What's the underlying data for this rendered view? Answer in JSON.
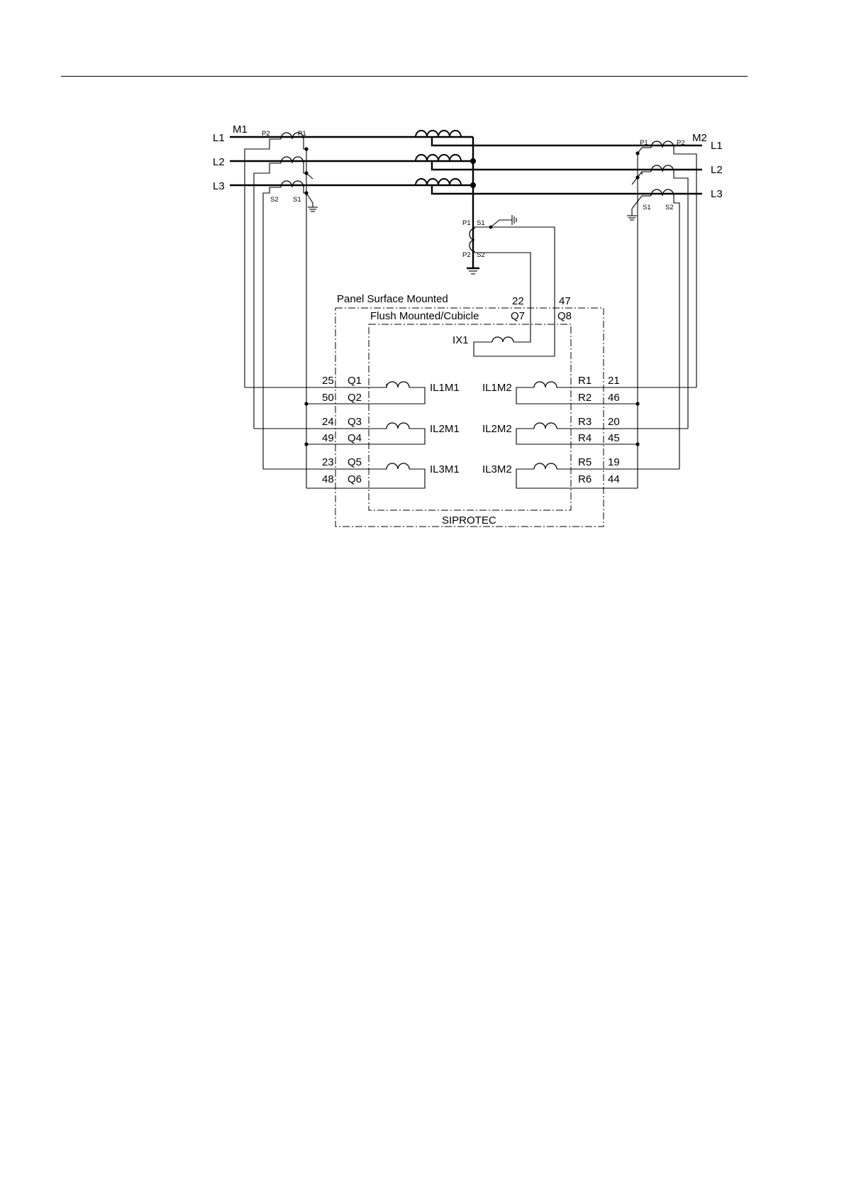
{
  "diagram": {
    "phases_left": [
      "L1",
      "L2",
      "L3"
    ],
    "phases_right": [
      "L1",
      "L2",
      "L3"
    ],
    "ct_left": {
      "name": "M1",
      "p2": "P2",
      "p1": "P1",
      "s2": "S2",
      "s1": "S1"
    },
    "ct_right": {
      "name": "M2",
      "p1": "P1",
      "p2": "P2",
      "s1": "S1",
      "s2": "S2"
    },
    "ct_neutral": {
      "p1": "P1",
      "s1": "S1",
      "p2": "P2",
      "s2": "S2"
    },
    "enclosure_outer": "Panel Surface Mounted",
    "enclosure_inner": "Flush Mounted/Cubicle",
    "device": "SIPROTEC",
    "aux_input": {
      "name": "IX1",
      "pin_a": "22",
      "pin_b": "47",
      "term_a": "Q7",
      "term_b": "Q8"
    },
    "inputs_left": [
      {
        "name": "IL1M1",
        "pin_top": "25",
        "term_top": "Q1",
        "pin_bot": "50",
        "term_bot": "Q2"
      },
      {
        "name": "IL2M1",
        "pin_top": "24",
        "term_top": "Q3",
        "pin_bot": "49",
        "term_bot": "Q4"
      },
      {
        "name": "IL3M1",
        "pin_top": "23",
        "term_top": "Q5",
        "pin_bot": "48",
        "term_bot": "Q6"
      }
    ],
    "inputs_right": [
      {
        "name": "IL1M2",
        "term_top": "R1",
        "pin_top": "21",
        "term_bot": "R2",
        "pin_bot": "46"
      },
      {
        "name": "IL2M2",
        "term_top": "R3",
        "pin_top": "20",
        "term_bot": "R4",
        "pin_bot": "45"
      },
      {
        "name": "IL3M2",
        "term_top": "R5",
        "pin_top": "19",
        "term_bot": "R6",
        "pin_bot": "44"
      }
    ]
  }
}
